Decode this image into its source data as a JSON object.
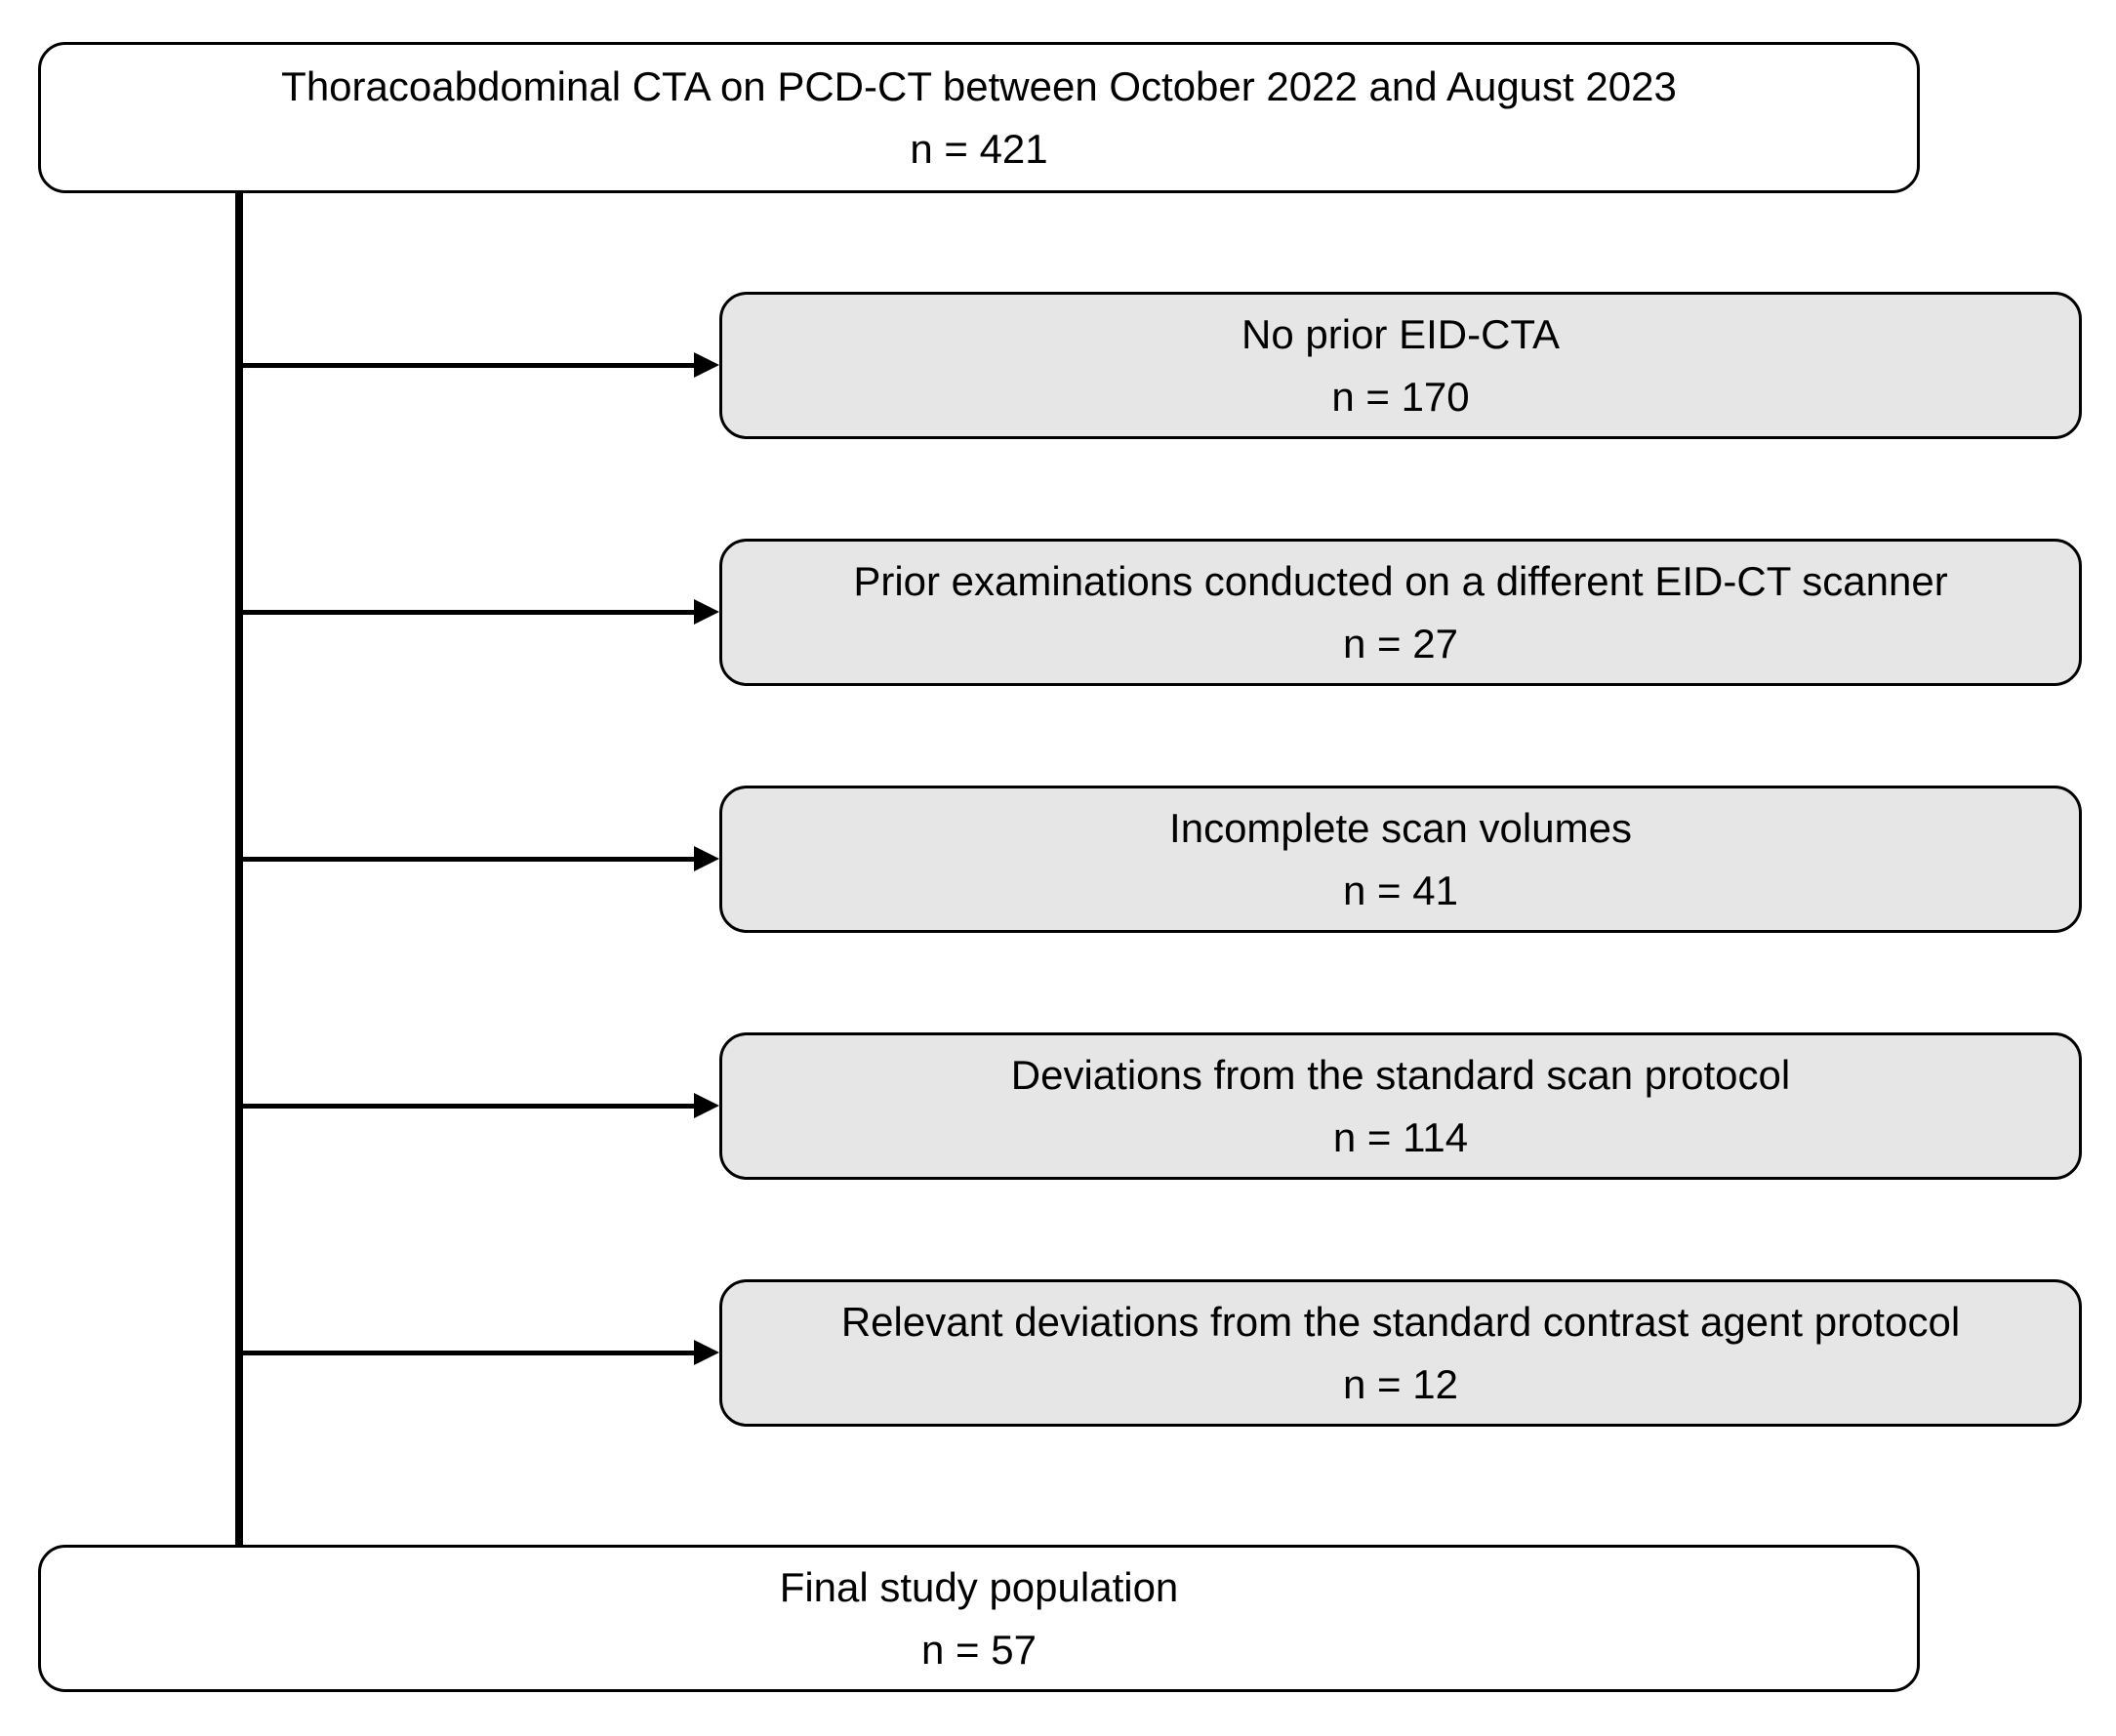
{
  "flowchart": {
    "title_box": {
      "label": "Thoracoabdominal CTA on PCD-CT between October 2022 and August 2023",
      "count": "n = 421"
    },
    "exclusion_boxes": [
      {
        "label": "No prior EID-CTA",
        "count": "n = 170"
      },
      {
        "label": "Prior examinations conducted on a different EID-CT scanner",
        "count": "n = 27"
      },
      {
        "label": "Incomplete scan volumes",
        "count": "n = 41"
      },
      {
        "label": "Deviations from the standard scan protocol",
        "count": "n = 114"
      },
      {
        "label": "Relevant deviations from the standard contrast agent protocol",
        "count": "n = 12"
      }
    ],
    "final_box": {
      "label": "Final study population",
      "count": "n = 57"
    },
    "colors": {
      "exclusion_fill": "#e6e6e6",
      "inclusion_fill": "#ffffff",
      "border": "#000000",
      "line": "#000000",
      "text": "#000000",
      "background": "#ffffff"
    }
  }
}
